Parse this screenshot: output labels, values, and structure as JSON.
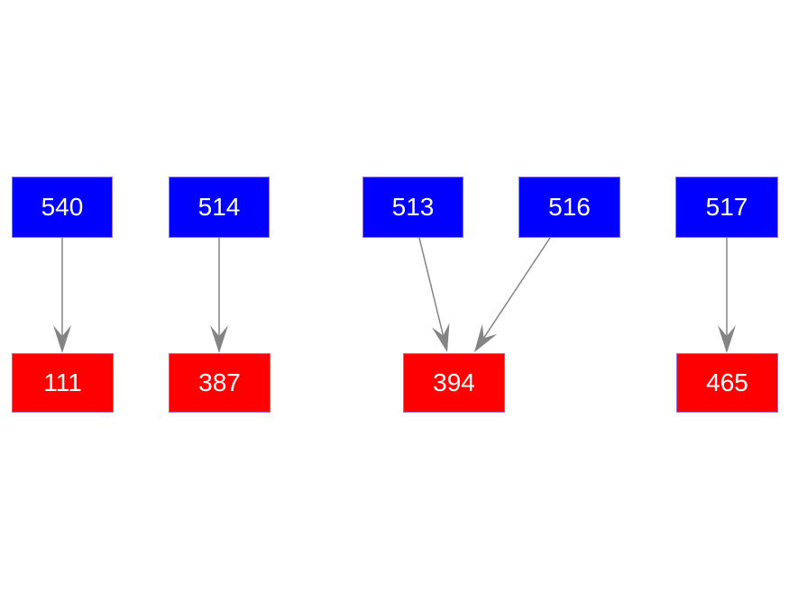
{
  "diagram": {
    "type": "directed-graph",
    "background": "#ffffff",
    "nodes": [
      {
        "id": "540",
        "label": "540",
        "role": "source"
      },
      {
        "id": "514",
        "label": "514",
        "role": "source"
      },
      {
        "id": "513",
        "label": "513",
        "role": "source"
      },
      {
        "id": "516",
        "label": "516",
        "role": "source"
      },
      {
        "id": "517",
        "label": "517",
        "role": "source"
      },
      {
        "id": "111",
        "label": "111",
        "role": "target"
      },
      {
        "id": "387",
        "label": "387",
        "role": "target"
      },
      {
        "id": "394",
        "label": "394",
        "role": "target"
      },
      {
        "id": "465",
        "label": "465",
        "role": "target"
      }
    ],
    "edges": [
      {
        "from": "540",
        "to": "111"
      },
      {
        "from": "514",
        "to": "387"
      },
      {
        "from": "513",
        "to": "394"
      },
      {
        "from": "516",
        "to": "394"
      },
      {
        "from": "517",
        "to": "465"
      }
    ],
    "colors": {
      "source_fill": "#0000ff",
      "target_fill": "#ff0000",
      "node_text": "#ffffff",
      "node_border": "#9370db",
      "edge": "#848484",
      "background": "#ffffff"
    }
  }
}
